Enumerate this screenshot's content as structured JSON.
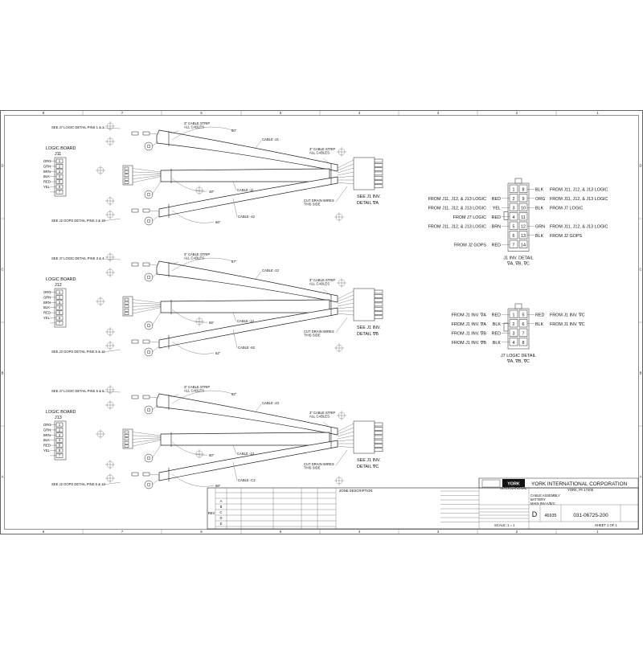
{
  "harnesses": [
    {
      "board_title": "LOGIC BOARD",
      "board_id": "J11",
      "top_note": "SEE J7 LOGIC DETAIL PINS 1 & 2",
      "bottom_note": "SEE J2 GOPS DETAIL PINS 4 & 10",
      "strap_left": "3\" CABLE STRIP\nALL CABLES",
      "strap_right": "3\" CABLE STRIP\nALL CABLES",
      "cable_top": "CABLE -21",
      "cable_mid": "CABLE -11",
      "cable_bot": "CABLE -42",
      "len_top": "50\"",
      "len_mid": "48\"",
      "len_bot": "56\"",
      "drain_note": "CUT DRAIN WIRES\nTHIS SIDE",
      "detail_label": "SEE J1 INV.",
      "detail_ref": "DETAIL ∇A"
    },
    {
      "board_title": "LOGIC BOARD",
      "board_id": "J12",
      "top_note": "SEE J7 LOGIC DETAIL PINS 3 & 4",
      "bottom_note": "SEE J2 GOPS DETAIL PINS 5 & 11",
      "strap_left": "3\" CABLE STRIP\nALL CABLES",
      "strap_right": "3\" CABLE STRIP\nALL CABLES",
      "cable_top": "CABLE -22",
      "cable_mid": "CABLE -12",
      "cable_bot": "CABLE -82",
      "len_top": "57\"",
      "len_mid": "55\"",
      "len_bot": "62\"",
      "drain_note": "CUT DRAIN WIRES\nTHIS SIDE",
      "detail_label": "SEE J1 INV.",
      "detail_ref": "DETAIL ∇B"
    },
    {
      "board_title": "LOGIC BOARD",
      "board_id": "J13",
      "top_note": "SEE J7 LOGIC DETAIL PINS 5 & 6",
      "bottom_note": "SEE J2 GOPS DETAIL PINS 6 & 12",
      "strap_left": "3\" CABLE STRIP\nALL CABLES",
      "strap_right": "3\" CABLE STRIP\nALL CABLES",
      "cable_top": "CABLE -23",
      "cable_mid": "CABLE -13",
      "cable_bot": "CABLE -C2",
      "len_top": "62\"",
      "len_mid": "60\"",
      "len_bot": "68\"",
      "drain_note": "CUT DRAIN WIRES\nTHIS SIDE",
      "detail_label": "SEE J1 INV.",
      "detail_ref": "DETAIL ∇C"
    }
  ],
  "board_pins": [
    {
      "wire": "ORG",
      "pin": "1"
    },
    {
      "wire": "GRN",
      "pin": "2"
    },
    {
      "wire": "BRN",
      "pin": "3"
    },
    {
      "wire": "BLK",
      "pin": "4"
    },
    {
      "wire": "RED",
      "pin": "5"
    },
    {
      "wire": "YEL",
      "pin": "6"
    },
    {
      "wire": "",
      "pin": "7"
    }
  ],
  "j1_detail": {
    "title": "J1 INV. DETAIL",
    "refs": "∇A, ∇B, ∇C",
    "pins": [
      [
        "1",
        "8"
      ],
      [
        "2",
        "9"
      ],
      [
        "3",
        "10"
      ],
      [
        "4",
        "11"
      ],
      [
        "5",
        "12"
      ],
      [
        "6",
        "13"
      ],
      [
        "7",
        "14"
      ]
    ],
    "left_labels": [
      {
        "row": 1,
        "text": "FROM J11, J12, & J13 LOGIC",
        "wire": "RED"
      },
      {
        "row": 2,
        "text": "FROM J11, J12, & J13 LOGIC",
        "wire": "YEL"
      },
      {
        "row": 3,
        "text": "FROM J7 LOGIC",
        "wire": "RED"
      },
      {
        "row": 4,
        "text": "FROM J11, J12, & J13 LOGIC",
        "wire": "BRN"
      },
      {
        "row": 6,
        "text": "FROM J2 GOPS",
        "wire": "RED"
      }
    ],
    "right_labels": [
      {
        "row": 0,
        "wire": "BLK",
        "text": "FROM J11, J12, & J13 LOGIC"
      },
      {
        "row": 1,
        "wire": "ORG",
        "text": "FROM J11, J12, & J13 LOGIC"
      },
      {
        "row": 2,
        "wire": "BLK",
        "text": "FROM J7 LOGIC"
      },
      {
        "row": 4,
        "wire": "GRN",
        "text": "FROM J11, J12, & J13 LOGIC"
      },
      {
        "row": 5,
        "wire": "BLK",
        "text": "FROM J2 GOPS"
      }
    ]
  },
  "j7_detail": {
    "title": "J7 LOGIC DETAIL",
    "refs": "∇A, ∇B, ∇C",
    "pins": [
      [
        "1",
        "5"
      ],
      [
        "2",
        "6"
      ],
      [
        "3",
        "7"
      ],
      [
        "4",
        "8"
      ]
    ],
    "left_labels": [
      {
        "row": 0,
        "text": "FROM J1 INV. ∇A",
        "wire": "RED"
      },
      {
        "row": 1,
        "text": "FROM J1 INV. ∇A",
        "wire": "BLK"
      },
      {
        "row": 2,
        "text": "FROM J1 INV. ∇B",
        "wire": "RED"
      },
      {
        "row": 3,
        "text": "FROM J1 INV. ∇B",
        "wire": "BLK"
      }
    ],
    "right_labels": [
      {
        "row": 0,
        "wire": "RED",
        "text": "FROM J1 INV. ∇C"
      },
      {
        "row": 1,
        "wire": "BLK",
        "text": "FROM J1 INV. ∇C"
      }
    ]
  },
  "border": {
    "cols": [
      "8",
      "7",
      "6",
      "5",
      "4",
      "3",
      "2",
      "1"
    ],
    "rows": [
      "D",
      "C",
      "B",
      "A"
    ]
  },
  "title_block": {
    "company": "YORK INTERNATIONAL CORPORATION",
    "location": "YORK, PA  17405",
    "logo": "YORK",
    "logo_sub": "INTERNATIONAL",
    "title_lines": [
      "CABLE ASSEMBLY",
      "BATTERY",
      "MAIN INV-A/B/C"
    ],
    "size": "D",
    "cage": "46935",
    "drawing_number": "031-06725-200",
    "scale": "SCALE: 1 = 1",
    "sheet": "SHEET 1 OF 1",
    "rev": "REV",
    "notes_header": "ZONE  DESCRIPTION",
    "revision_rows": [
      "A",
      "B",
      "C",
      "D",
      "E"
    ]
  }
}
